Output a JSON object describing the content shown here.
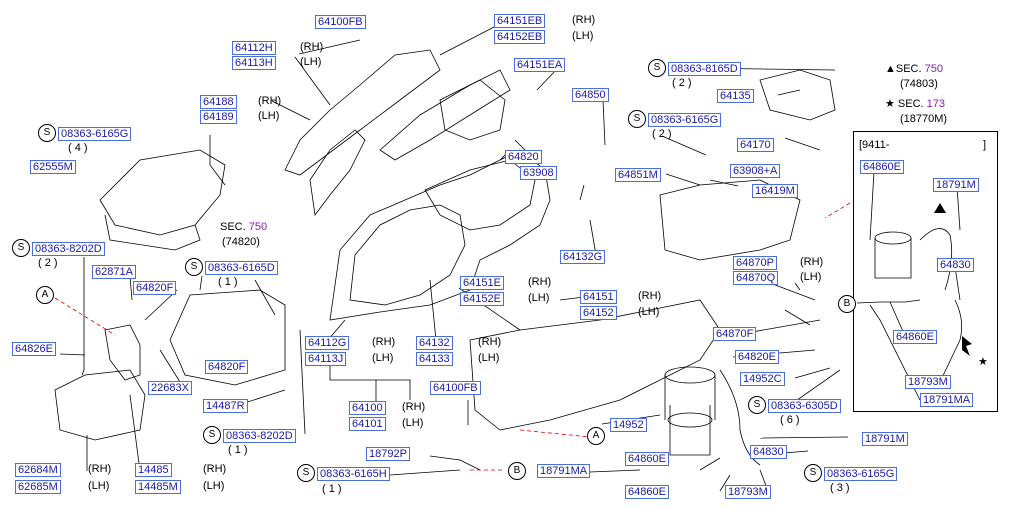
{
  "parts": {
    "p64100FB_top": "64100FB",
    "p64112H": "64112H",
    "p64113H": "64113H",
    "p64188": "64188",
    "p64189": "64189",
    "p08363_6165G_a": "08363-6165G",
    "q4": "( 4 )",
    "p62555M": "62555M",
    "sec750_a": "SEC.",
    "sec750_a_num": "750",
    "sec750_a_ref": "(74820)",
    "p08363_8202D_a": "08363-8202D",
    "q2a": "( 2 )",
    "p62871A": "62871A",
    "p64820F_a": "64820F",
    "p08363_6165D": "08363-6165D",
    "q1a": "( 1 )",
    "p64826E": "64826E",
    "p64820F_b": "64820F",
    "p22683X": "22683X",
    "p14487R": "14487R",
    "p08363_8202D_b": "08363-8202D",
    "q1b": "( 1 )",
    "p62684M": "62684M",
    "p62685M": "62685M",
    "p14485": "14485",
    "p14485M": "14485M",
    "p08363_6165H": "08363-6165H",
    "q1c": "( 1 )",
    "p18792P": "18792P",
    "p18791MA_a": "18791MA",
    "p64151EB": "64151EB",
    "p64152EB": "64152EB",
    "p64151EA": "64151EA",
    "p64850": "64850",
    "p64820": "64820",
    "p63908": "63908",
    "p64132G": "64132G",
    "p64151E": "64151E",
    "p64152E": "64152E",
    "p64151": "64151",
    "p64152": "64152",
    "p64112G": "64112G",
    "p64113J": "64113J",
    "p64132": "64132",
    "p64133": "64133",
    "p64100": "64100",
    "p64101": "64101",
    "p64100FB_b": "64100FB",
    "p08363_8165D": "08363-8165D",
    "q2b": "( 2 )",
    "p64135": "64135",
    "p08363_6165G_b": "08363-6165G",
    "q2c": "( 2 )",
    "p64170": "64170",
    "p63908A": "63908+A",
    "p64851M": "64851M",
    "p16419M": "16419M",
    "p64870P": "64870P",
    "p64870Q": "64870Q",
    "p64870F": "64870F",
    "p64820E": "64820E",
    "p14952C": "14952C",
    "p08363_6305D": "08363-6305D",
    "q6": "( 6 )",
    "p14952": "14952",
    "p64830_a": "64830",
    "p18791M_a": "18791M",
    "p64860E_a": "64860E",
    "p64860E_b": "64860E",
    "p18793M_a": "18793M",
    "p08363_6165G_c": "08363-6165G",
    "q3": "( 3 )",
    "sec750_b": "▲SEC.",
    "sec750_b_num": "750",
    "sec750_b_ref": "(74803)",
    "sec173": "★ SEC.",
    "sec173_num": "173",
    "sec173_ref": "(18770M)",
    "box_title": "[9411-",
    "box_close": "]",
    "p64860E_box": "64860E",
    "p18791M_box": "18791M",
    "p64830_box": "64830",
    "p64860E_box2": "64860E",
    "p18793M_box": "18793M",
    "p18791MA_box": "18791MA"
  },
  "sides": {
    "rh": "(RH)",
    "lh": "(LH)"
  },
  "markers": {
    "S": "S",
    "A": "A",
    "B": "B",
    "star": "★"
  },
  "colors": {
    "label_text": "#1a1aa6",
    "label_border": "#4a6fd8",
    "sec_number": "#8a1db0",
    "line": "#000000"
  }
}
